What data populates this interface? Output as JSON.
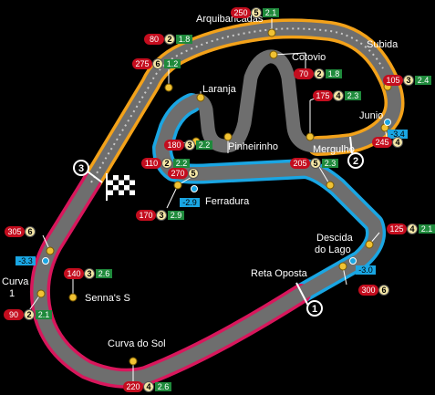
{
  "colors": {
    "background": "#000000",
    "asphalt": "#6e6e6e",
    "kerb": "#c8c8c8",
    "sector1": "#d8175c",
    "sector2": "#f3a21a",
    "sector3": "#1aa6e3",
    "speed_badge": "#c40d1e",
    "gain_badge": "#1f8a3c",
    "loss_badge": "#1aa6e3",
    "apex_dot": "#f1c233"
  },
  "corners": [
    {
      "name": "Arquibancadas",
      "speed": "250",
      "gear": "5",
      "gforce": "2.1"
    },
    {
      "name": "Subida",
      "speed": "105",
      "gear": "3",
      "gforce": "2.4"
    },
    {
      "name": "Cotovio",
      "speed": "70",
      "gear": "2",
      "gforce": "1.8"
    },
    {
      "name": "Laranja",
      "speed": "80",
      "gear": "2",
      "gforce": "1.8"
    },
    {
      "name": "Laranja",
      "speed": "275",
      "gear": "6",
      "gforce": "1.2"
    },
    {
      "name": "Junio",
      "speed": "175",
      "gear": "4",
      "gforce": "2.3"
    },
    {
      "name": "Junio",
      "speed": "245",
      "gear": "4",
      "gforce": ""
    },
    {
      "name": "Pinheirinho",
      "speed": "180",
      "gear": "3",
      "gforce": "2.2"
    },
    {
      "name": "Pinheirinho",
      "speed": "110",
      "gear": "2",
      "gforce": "2.2"
    },
    {
      "name": "Mergulho",
      "speed": "205",
      "gear": "5",
      "gforce": "2.3"
    },
    {
      "name": "Ferradura",
      "speed": "270",
      "gear": "5",
      "gforce": ""
    },
    {
      "name": "Ferradura",
      "speed": "170",
      "gear": "3",
      "gforce": "2.9"
    },
    {
      "name": "Descida do Lago",
      "speed": "125",
      "gear": "4",
      "gforce": "2.1"
    },
    {
      "name": "Curva 1",
      "speed": "305",
      "gear": "6",
      "gforce": ""
    },
    {
      "name": "Senna's S",
      "speed": "140",
      "gear": "3",
      "gforce": "2.6"
    },
    {
      "name": "Curva 1",
      "speed": "90",
      "gear": "2",
      "gforce": "2.1"
    },
    {
      "name": "Reta Oposta",
      "speed": "300",
      "gear": "6",
      "gforce": ""
    },
    {
      "name": "Curva do Sol",
      "speed": "220",
      "gear": "4",
      "gforce": "2.6"
    }
  ],
  "labels": {
    "arquibancadas": "Arquibancadas",
    "subida": "Subida",
    "cotovio": "Cotovio",
    "laranja": "Laranja",
    "junio": "Junio",
    "pinheirinho": "Pinheirinho",
    "mergulho": "Mergulho",
    "ferradura": "Ferradura",
    "descida1": "Descida",
    "descida2": "do Lago",
    "reta_oposta": "Reta Oposta",
    "curva1_a": "Curva",
    "curva1_b": "1",
    "sennas": "Senna's S",
    "curva_sol": "Curva do Sol"
  },
  "deltas": {
    "junio": "-3.4",
    "ferradura": "-2.9",
    "reta_oposta": "-3.0",
    "curva1": "-3.3"
  },
  "timing": {
    "t1": "1",
    "t2": "2",
    "t3": "3"
  }
}
